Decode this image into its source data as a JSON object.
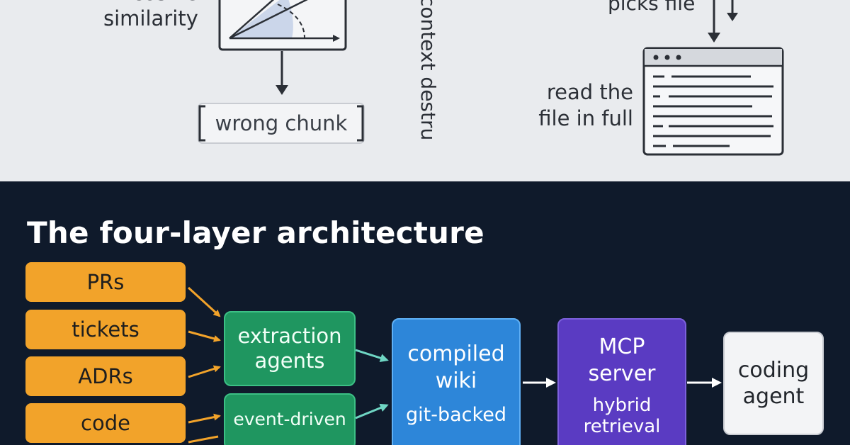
{
  "top_panel": {
    "left_label": "cosine\nsimilarity",
    "chunk_label": "wrong chunk",
    "vertical_label": "context destru",
    "right_label_top": "picks file",
    "read_label": "read the\nfile in full"
  },
  "architecture": {
    "title": "The four-layer architecture",
    "sources": [
      "PRs",
      "tickets",
      "ADRs",
      "code"
    ],
    "extraction_label": "extraction\nagents",
    "event_label": "event-driven",
    "wiki_label": "compiled\nwiki",
    "wiki_sub": "git-backed",
    "mcp_label": "MCP\nserver",
    "mcp_sub": "hybrid\nretrieval",
    "agent_label": "coding\nagent"
  },
  "colors": {
    "sources": "#f2a32a",
    "extraction": "#1f9660",
    "wiki": "#2d86d9",
    "mcp": "#5a3bc2",
    "agent": "#f3f4f6",
    "background": "#0f1a2b"
  }
}
